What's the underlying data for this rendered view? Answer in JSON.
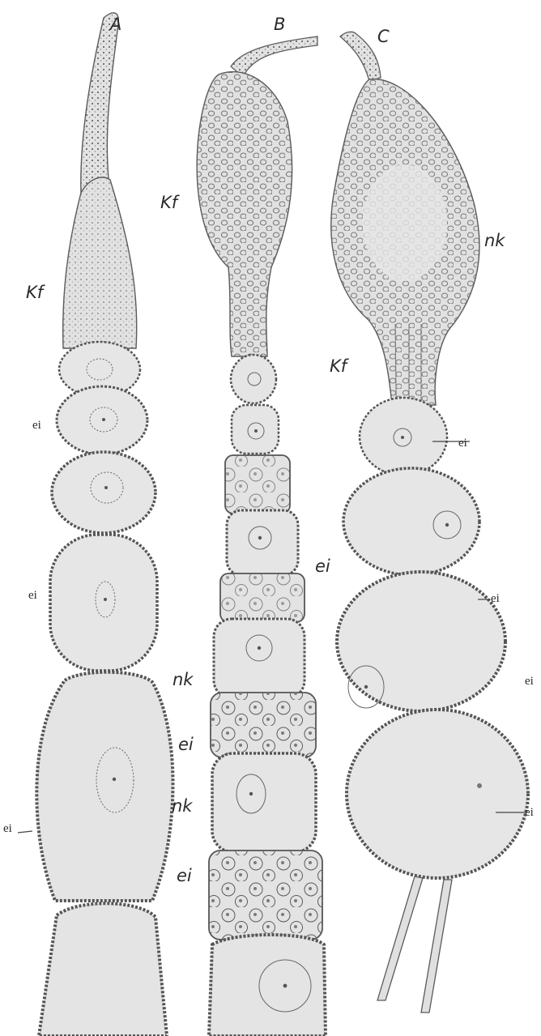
{
  "figure": {
    "panels": [
      {
        "id": "A",
        "label": "A"
      },
      {
        "id": "B",
        "label": "B"
      },
      {
        "id": "C",
        "label": "C"
      }
    ],
    "labels": {
      "a_kf": "Kf",
      "a_ei_1": "ei",
      "a_ei_2": "ei",
      "a_ei_3": "ei",
      "b_kf": "Kf",
      "b_ei_1": "ei",
      "b_nk_1": "nk",
      "b_ei_2": "ei",
      "b_nk_2": "nk",
      "b_ei_3": "ei",
      "c_nk": "nk",
      "c_kf": "Kf",
      "c_ei_1": "ei",
      "c_ei_2": "ei",
      "c_ei_3": "ei",
      "c_ei_4": "ei"
    }
  }
}
